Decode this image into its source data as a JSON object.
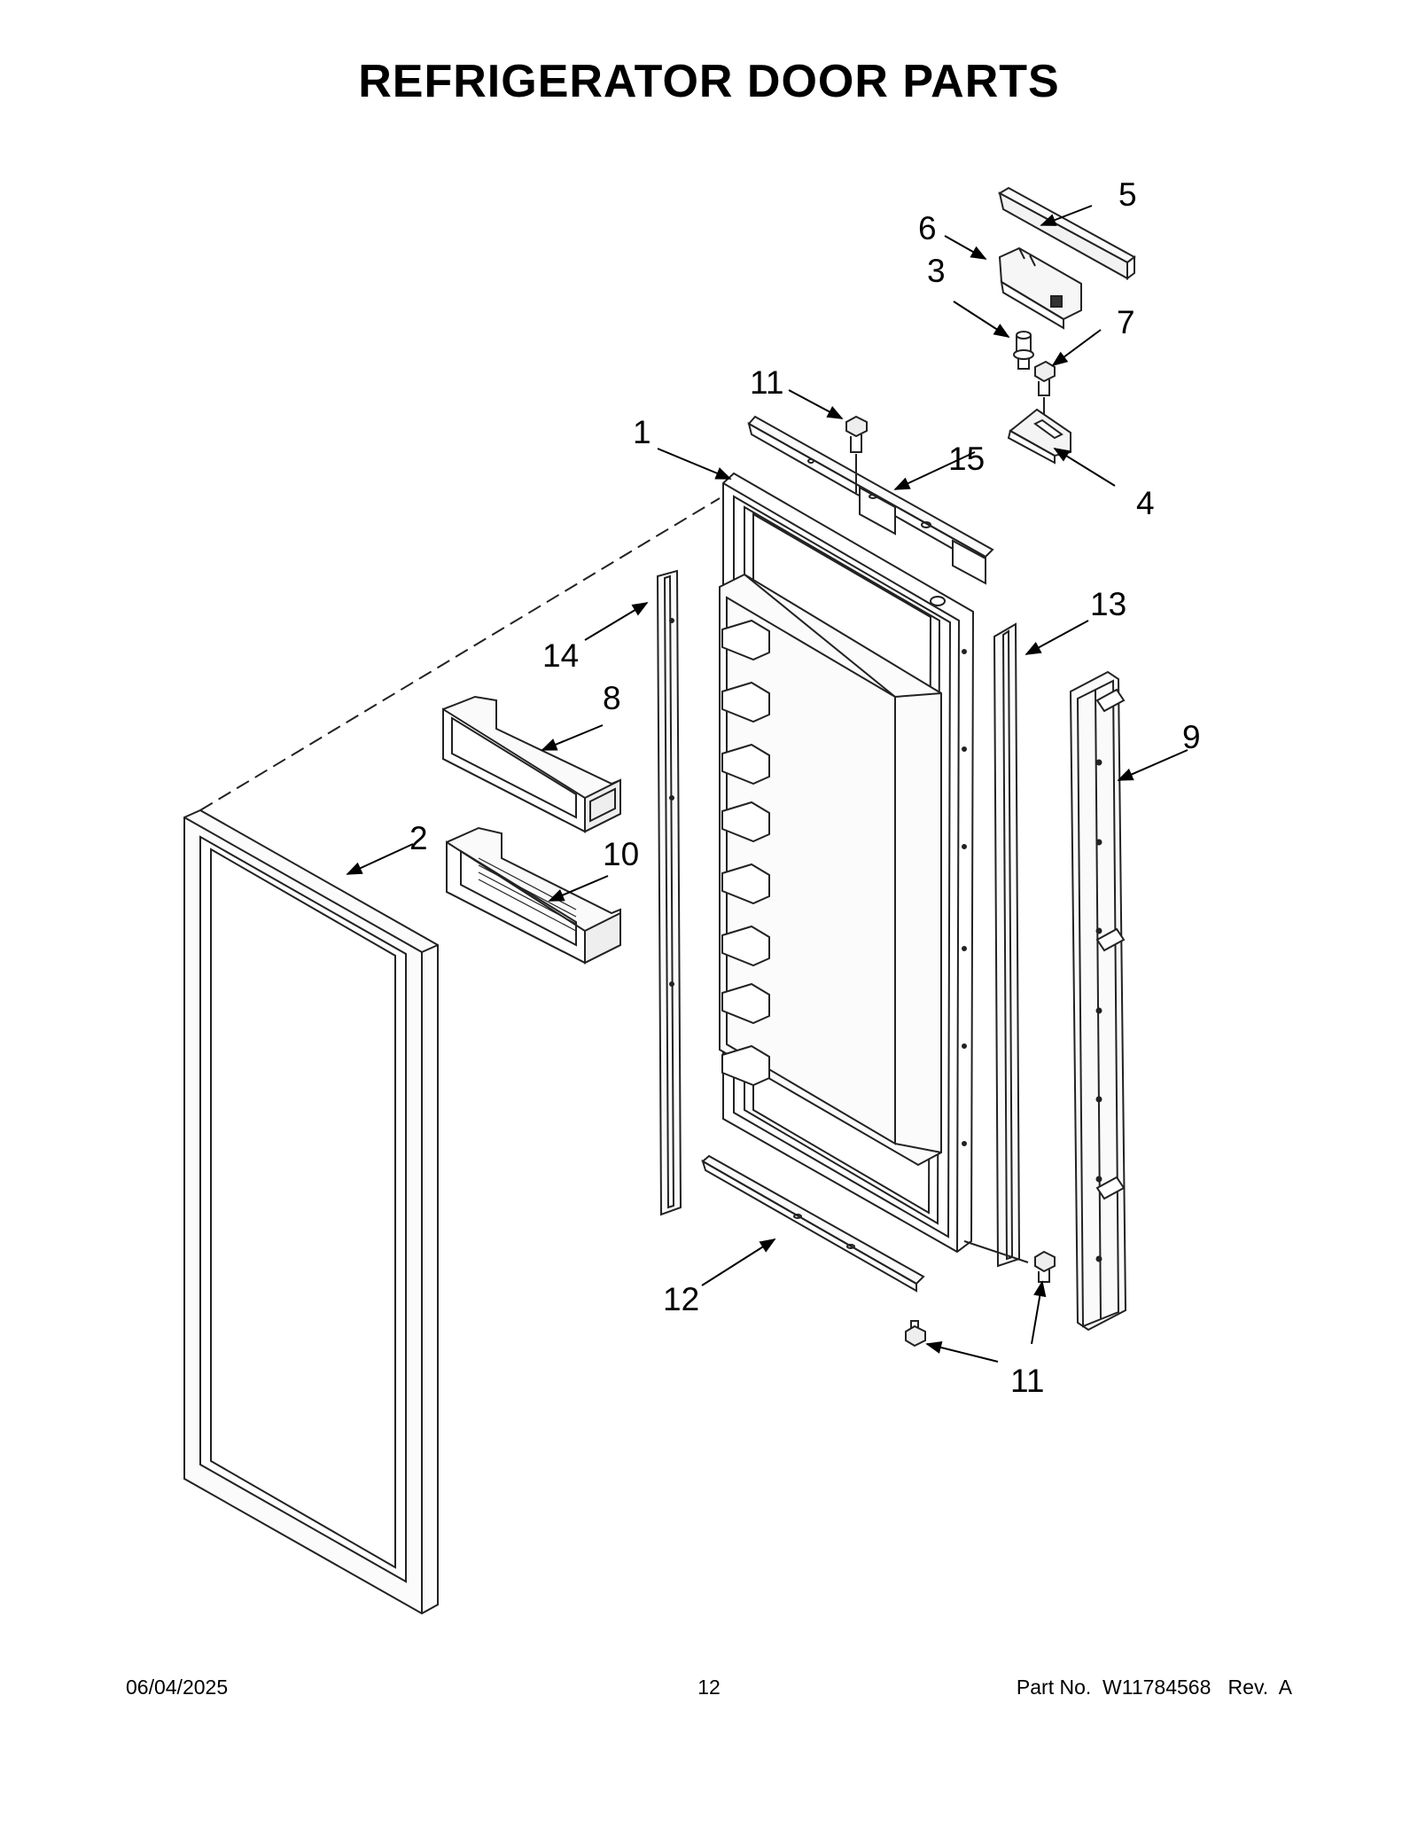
{
  "title": "REFRIGERATOR DOOR PARTS",
  "callouts": {
    "c1": "1",
    "c2": "2",
    "c3": "3",
    "c4": "4",
    "c5": "5",
    "c6": "6",
    "c7": "7",
    "c8": "8",
    "c9": "9",
    "c10": "10",
    "c11a": "11",
    "c11b": "11",
    "c12": "12",
    "c13": "13",
    "c14": "14",
    "c15": "15"
  },
  "footer": {
    "date": "06/04/2025",
    "page": "12",
    "part": "Part No.  W11784568   Rev.  A"
  }
}
